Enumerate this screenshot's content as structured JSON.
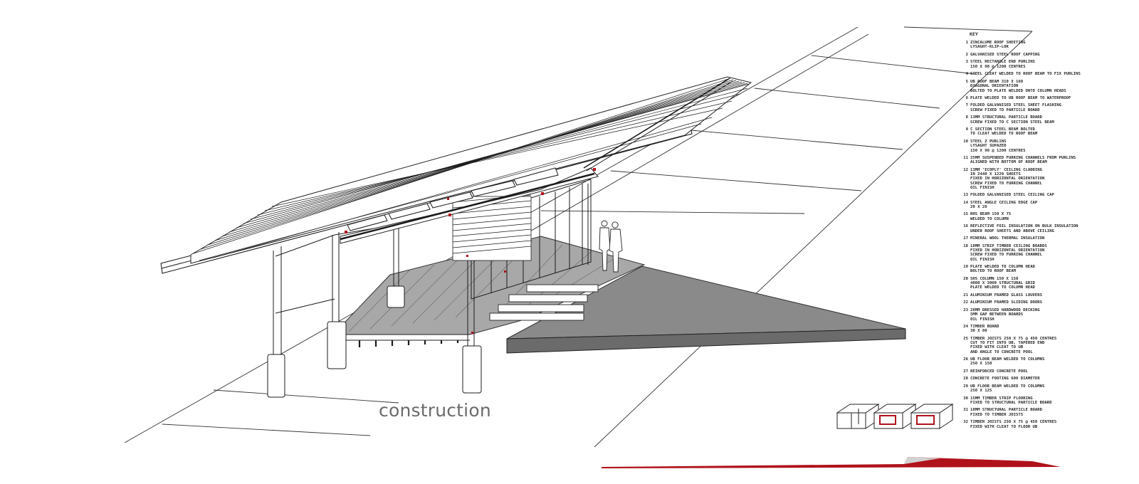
{
  "caption": "construction",
  "colors": {
    "line": "#1c1c1c",
    "red_accent": "#b0121b",
    "ground_triangle": "#8a8a8a",
    "caption_text": "#6b6b6b"
  },
  "key": {
    "title": "KEY",
    "items": [
      {
        "num": "1",
        "text": "ZINCALUME ROOF SHEETING\nLYSAGHT-KLIP-LOK"
      },
      {
        "num": "2",
        "text": "GALVANISED STEEL ROOF CAPPING"
      },
      {
        "num": "3",
        "text": "STEEL RECTANGLE END PURLINS\n150 X 90 @ 1200 CENTRES"
      },
      {
        "num": "4",
        "text": "STEEL CLEAT WELDED TO ROOF BEAM TO FIX PURLINS"
      },
      {
        "num": "5",
        "text": "UB ROOF BEAM 310 X 160\nDIAGONAL ORIENTATION\nBOLTED TO PLATE WELDED ONTO COLUMN HEADS"
      },
      {
        "num": "6",
        "text": "PLATE WELDED TO UB ROOF BEAM TO WATERPROOF"
      },
      {
        "num": "7",
        "text": "FOLDED GALVANISED STEEL SHEET FLASHING\nSCREW FIXED TO PARTICLE BOARD"
      },
      {
        "num": "8",
        "text": "13MM STRUCTURAL PARTICLE BOARD\nSCREW FIXED TO C SECTION STEEL BEAM"
      },
      {
        "num": "9",
        "text": "C SECTION STEEL BEAM BOLTED\nTO CLEAT WELDED TO ROOF BEAM"
      },
      {
        "num": "10",
        "text": "STEEL Z PURLINS\nLYSAGHT SUPAZED\n150 X 90 @ 1200 CENTRES"
      },
      {
        "num": "11",
        "text": "25MM SUSPENDED FURRING CHANNELS FROM PURLINS\nALIGNED WITH BOTTOM OF ROOF BEAM"
      },
      {
        "num": "12",
        "text": "13MM 'ECOPLY' CEILING CLADDING\nIN 2440 X 1220 SHEETS\nFIXED IN HORIZONTAL ORIENTATION\nSCREW FIXED TO FURRING CHANNEL\nOIL FINISH"
      },
      {
        "num": "13",
        "text": "FOLDED GALVANISED STEEL CEILING CAP"
      },
      {
        "num": "14",
        "text": "STEEL ANGLE CEILING EDGE CAP\n20 X 20"
      },
      {
        "num": "15",
        "text": "RHS BEAM 150 X 75\nWELDED TO COLUMN"
      },
      {
        "num": "16",
        "text": "REFLECTIVE FOIL INSULATION ON BULK INSULATION\nUNDER ROOF SHEETS AND ABOVE CEILING"
      },
      {
        "num": "17",
        "text": "MINERAL WOOL THERMAL INSULATION"
      },
      {
        "num": "18",
        "text": "18MM STRIP TIMBER CEILING BOARDS\nFIXED IN HORIZONTAL ORIENTATION\nSCREW FIXED TO FURRING CHANNEL\nOIL FINISH"
      },
      {
        "num": "19",
        "text": "PLATE WELDED TO COLUMN HEAD\nBOLTED TO ROOF BEAM"
      },
      {
        "num": "20",
        "text": "SHS COLUMN 150 X 150\n4000 X 3000 STRUCTURAL GRID\nPLATE WELDED TO COLUMN HEAD"
      },
      {
        "num": "21",
        "text": "ALUMINIUM FRAMED GLASS LOUVERS"
      },
      {
        "num": "22",
        "text": "ALUMINIUM FRAMED SLIDING DOORS"
      },
      {
        "num": "23",
        "text": "28MM DRESSED HARDWOOD DECKING\n5MM GAP BETWEEN BOARDS\nOIL FINISH"
      },
      {
        "num": "24",
        "text": "TIMBER BOARD\n30 X 80"
      },
      {
        "num": "25",
        "text": "TIMBER JOISTS 250 X 75 @ 450 CENTRES\nCUT TO FIT INTO UB, TAPERED END\nFIXED WITH CLEAT TO UB\nAND ANGLE TO CONCRETE POOL"
      },
      {
        "num": "26",
        "text": "UB FLOOR BEAM WELDED TO COLUMNS\n250 X 150"
      },
      {
        "num": "27",
        "text": "REINFORCED CONCRETE POOL"
      },
      {
        "num": "28",
        "text": "CONCRETE FOOTING 600 DIAMETER"
      },
      {
        "num": "29",
        "text": "UB FLOOR BEAM WELDED TO COLUMNS\n250 X 125"
      },
      {
        "num": "30",
        "text": "15MM TIMBER STRIP FLOORING\nFIXED TO STRUCTURAL PARTICLE BOARD"
      },
      {
        "num": "31",
        "text": "18MM STRUCTURAL PARTICLE BOARD\nFIXED TO TIMBER JOISTS"
      },
      {
        "num": "32",
        "text": "TIMBER JOISTS 250 X 75 @ 450 CENTRES\nFIXED WITH CLEAT TO FLOOR UB"
      }
    ]
  }
}
